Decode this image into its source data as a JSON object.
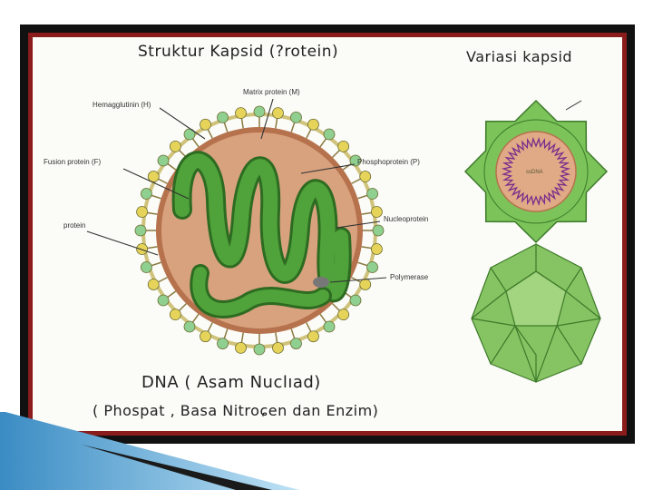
{
  "title": "Struktur Kapsid  (?rotein)",
  "variations_title": "Variasi kapsid",
  "labels": {
    "hemagglutinin": "Hemagglutinin (H)",
    "matrix": "Matrix protein (M)",
    "fusion": "Fusion protein (F)",
    "phospho": "Phosphoprotein (P)",
    "protein": "protein",
    "nucleo": "Nucleoprotein",
    "polymerase": "Polymerase",
    "rna": "ssDNA"
  },
  "caption_line1": "DNA ( Asam Nuclıad)",
  "caption_line2": "( Phospat , Basa Nitroɕen dan Enzim)",
  "colors": {
    "capsid_green": "#7cc35a",
    "core_tan": "#d9a27e",
    "helix_green": "#3a8f2c",
    "frame_red": "#8a1c1c",
    "deco_blue": "#4a9fd0"
  }
}
